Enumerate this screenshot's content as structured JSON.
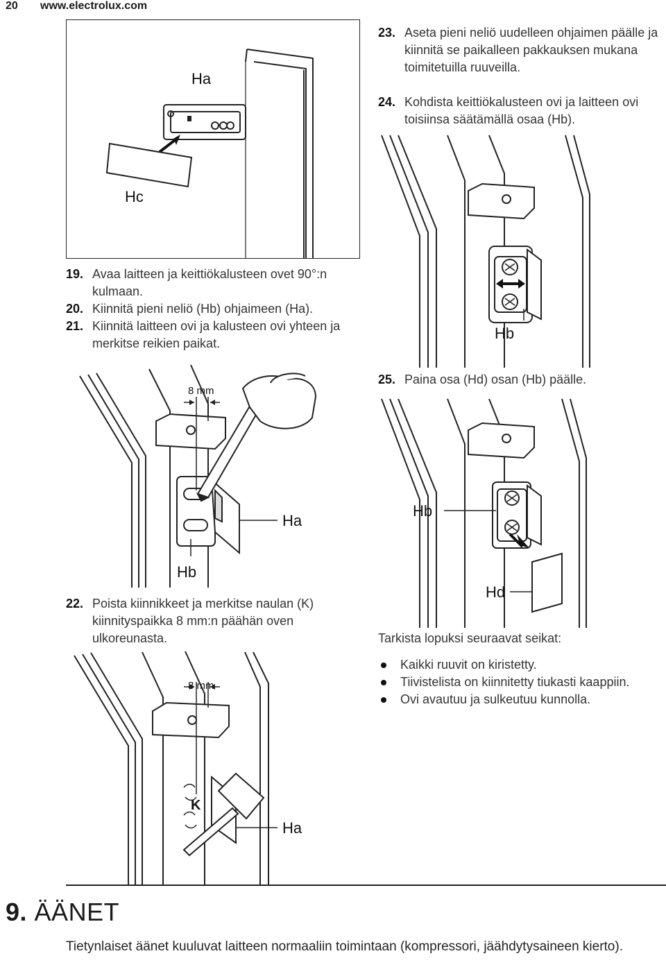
{
  "header": {
    "page_number": "20",
    "site": "www.electrolux.com"
  },
  "steps": {
    "s19": {
      "num": "19.",
      "text": "Avaa laitteen ja keittiökalusteen ovet 90°:n kulmaan."
    },
    "s20": {
      "num": "20.",
      "text": "Kiinnitä pieni neliö (Hb) ohjaimeen (Ha)."
    },
    "s21": {
      "num": "21.",
      "text": "Kiinnitä laitteen ovi ja kalusteen ovi yhteen ja merkitse reikien paikat."
    },
    "s22": {
      "num": "22.",
      "text": "Poista kiinnikkeet ja merkitse naulan (K) kiinnityspaikka 8 mm:n päähän oven ulkoreunasta."
    },
    "s23": {
      "num": "23.",
      "text": "Aseta pieni neliö uudelleen ohjaimen päälle ja kiinnitä se paikalleen pakkauksen mukana toimitetuilla ruuveilla."
    },
    "s24": {
      "num": "24.",
      "text": "Kohdista keittiökalusteen ovi ja laitteen ovi toisiinsa säätämällä osaa (Hb)."
    },
    "s25": {
      "num": "25.",
      "text": "Paina osa (Hd) osan (Hb) päälle."
    }
  },
  "figures": {
    "fig1": {
      "label_ha": "Ha",
      "label_hc": "Hc"
    },
    "fig2": {
      "label_8mm": "8 mm",
      "label_ha": "Ha",
      "label_hb": "Hb"
    },
    "fig3": {
      "label_8mm": "8 mm",
      "label_k": "K",
      "label_ha": "Ha"
    },
    "fig4": {
      "label_hb": "Hb"
    },
    "fig5": {
      "label_hb": "Hb",
      "label_hd": "Hd"
    }
  },
  "checklist": {
    "intro": "Tarkista lopuksi seuraavat seikat:",
    "items": [
      "Kaikki ruuvit on kiristetty.",
      "Tiivistelista on kiinnitetty tiukasti kaappiin.",
      "Ovi avautuu ja sulkeutuu kunnolla."
    ]
  },
  "section": {
    "number": "9.",
    "title": "ÄÄNET",
    "body": "Tietynlaiset äänet kuuluvat laitteen normaaliin toimintaan (kompressori, jäähdytysaineen kierto)."
  }
}
